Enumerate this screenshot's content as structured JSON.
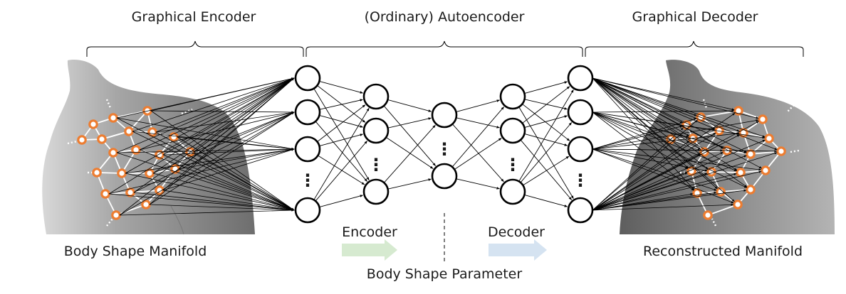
{
  "sections": {
    "graphical_encoder": "Graphical Encoder",
    "autoencoder": "(Ordinary) Autoencoder",
    "graphical_decoder": "Graphical Decoder"
  },
  "labels": {
    "body_shape_manifold": "Body Shape Manifold",
    "reconstructed_manifold": "Reconstructed Manifold",
    "encoder": "Encoder",
    "decoder": "Decoder",
    "body_shape_parameter": "Body Shape Parameter"
  },
  "network": {
    "layer_nodes": [
      4,
      3,
      2,
      3,
      4
    ],
    "ellipsis": "⋮"
  },
  "colors": {
    "node_stroke": "#000000",
    "mesh_vertex": "#ed7d31",
    "encoder_arrow": "#d6ead0",
    "decoder_arrow": "#d5e3f1",
    "body_gray": "#8e8e8e"
  }
}
